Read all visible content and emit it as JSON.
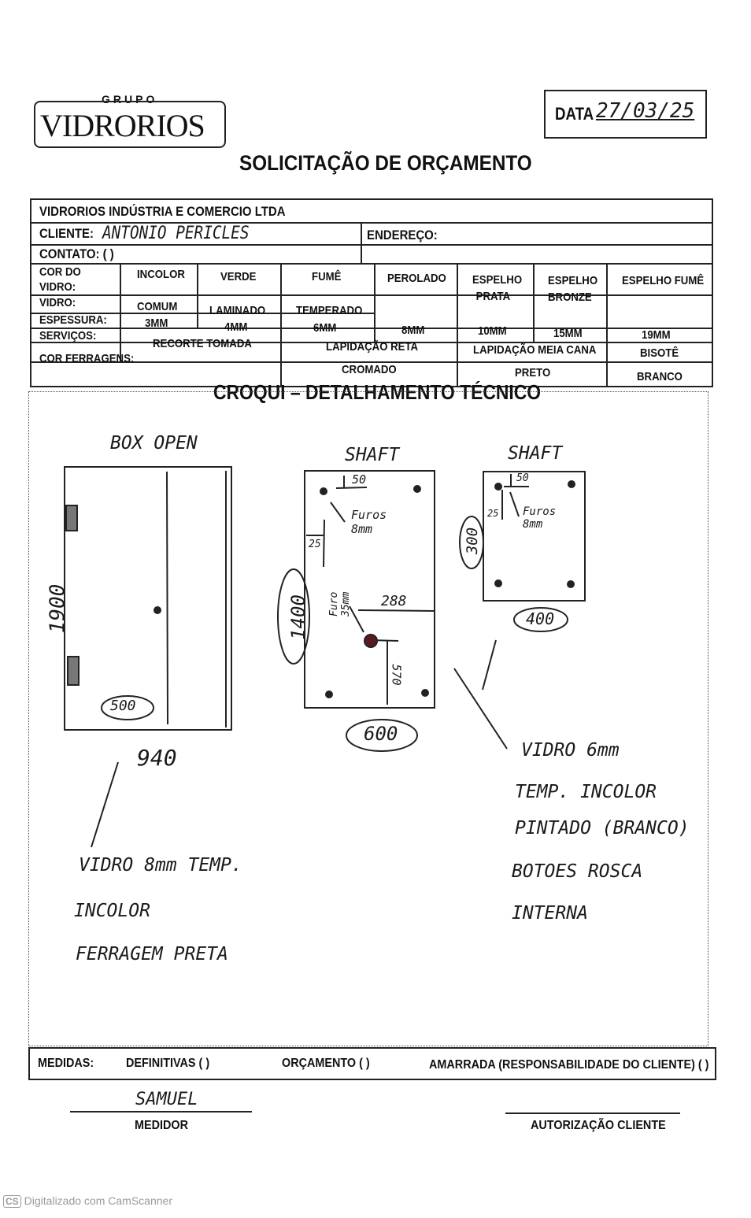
{
  "logo": {
    "top": "GRUPO",
    "name": "VIDRORIOS"
  },
  "date": {
    "label": "DATA",
    "value": "27/03/25"
  },
  "title": "SOLICITAÇÃO DE ORÇAMENTO",
  "form": {
    "company": "VIDRORIOS INDÚSTRIA E COMERCIO LTDA",
    "client_label": "CLIENTE:",
    "client_value": "ANTONIO PERICLES",
    "address_label": "ENDEREÇO:",
    "contact_label": "CONTATO: (  )",
    "glass_color_label": "COR DO VIDRO:",
    "glass_colors": [
      "INCOLOR",
      "VERDE",
      "FUMÊ",
      "PEROLADO",
      "ESPELHO PRATA",
      "ESPELHO BRONZE",
      "ESPELHO FUMÊ"
    ],
    "glass_label": "VIDRO:",
    "glass_types": [
      "COMUM",
      "LAMINADO",
      "TEMPERADO"
    ],
    "thickness_label": "ESPESSURA:",
    "thicknesses": [
      "3MM",
      "4MM",
      "6MM",
      "8MM",
      "10MM",
      "15MM",
      "19MM"
    ],
    "services_label": "SERVIÇOS:",
    "services": [
      "RECORTE TOMADA",
      "LAPIDAÇÃO RETA",
      "LAPIDAÇÃO MEIA CANA",
      "BISOTÊ"
    ],
    "hardware_label": "COR FERRAGENS:",
    "hardware": [
      "CROMADO",
      "PRETO",
      "BRANCO"
    ]
  },
  "croqui": {
    "title": "CROQUI – DETALHAMENTO TÉCNICO",
    "box_title": "BOX OPEN",
    "box_height": "1900",
    "box_inner_width": "500",
    "box_width": "940",
    "shaft1_title": "SHAFT",
    "shaft1_top": "50",
    "shaft1_holes": "Furos 8mm",
    "shaft1_side": "25",
    "shaft1_hole2": "Furo 35mm",
    "shaft1_dim288": "288",
    "shaft1_dim570": "570",
    "shaft1_height": "1400",
    "shaft1_width": "600",
    "shaft2_title": "SHAFT",
    "shaft2_top": "50",
    "shaft2_side": "25",
    "shaft2_holes": "Furos 8mm",
    "shaft2_height": "300",
    "shaft2_width": "400",
    "notes_left": [
      "VIDRO 8mm TEMP.",
      "INCOLOR",
      "FERRAGEM PRETA"
    ],
    "notes_right": [
      "VIDRO 6mm",
      "TEMP. INCOLOR",
      "PINTADO (BRANCO)",
      "BOTOES ROSCA",
      "INTERNA"
    ]
  },
  "footer": {
    "medidas_label": "MEDIDAS:",
    "definitivas": "DEFINITIVAS (  )",
    "orcamento": "ORÇAMENTO (  )",
    "amarrada": "AMARRADA (RESPONSABILIDADE DO CLIENTE) (  )",
    "medidor_signature": "SAMUEL",
    "medidor_label": "MEDIDOR",
    "autorizacao_label": "AUTORIZAÇÃO CLIENTE"
  },
  "scanner_watermark": "Digitalizado com CamScanner"
}
